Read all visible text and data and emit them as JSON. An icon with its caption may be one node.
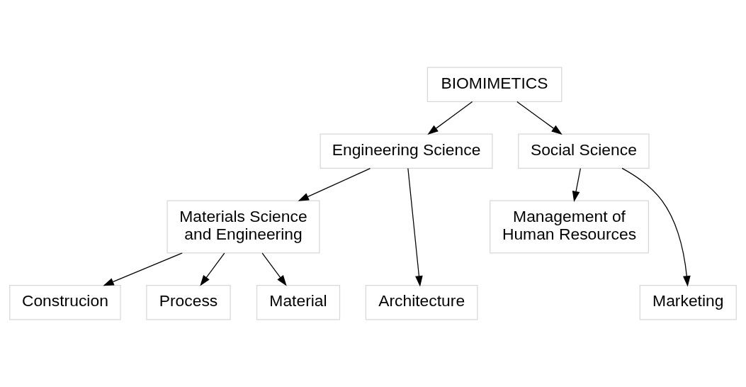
{
  "diagram": {
    "nodes": [
      {
        "text": [
          "BIOMIMETICS"
        ]
      },
      {
        "text": [
          "Engineering Science"
        ]
      },
      {
        "text": [
          "Social Science"
        ]
      },
      {
        "text": [
          "Materials Science and Engineering"
        ]
      },
      {
        "text": [
          "Management of Human Resources"
        ]
      },
      {
        "text": [
          "Architecture"
        ]
      },
      {
        "text": [
          "Construcion"
        ]
      },
      {
        "text": [
          "Process"
        ]
      },
      {
        "text": [
          "Marketing"
        ]
      },
      {
        "text": [
          "Material"
        ]
      }
    ],
    "edges": [
      {
        "from": 0,
        "to": 1,
        "arrow": "to"
      },
      {
        "from": 0,
        "to": 2,
        "arrow": "to"
      },
      {
        "from": 1,
        "to": 3,
        "arrow": "to"
      },
      {
        "from": 2,
        "to": 4,
        "arrow": "to"
      },
      {
        "from": 1,
        "to": 5,
        "arrow": "to"
      },
      {
        "from": 3,
        "to": 6,
        "arrow": "to"
      },
      {
        "from": 3,
        "to": 9,
        "arrow": "to"
      },
      {
        "from": 3,
        "to": 7,
        "arrow": "to"
      },
      {
        "from": 2,
        "to": 8,
        "arrow": "to"
      }
    ]
  }
}
